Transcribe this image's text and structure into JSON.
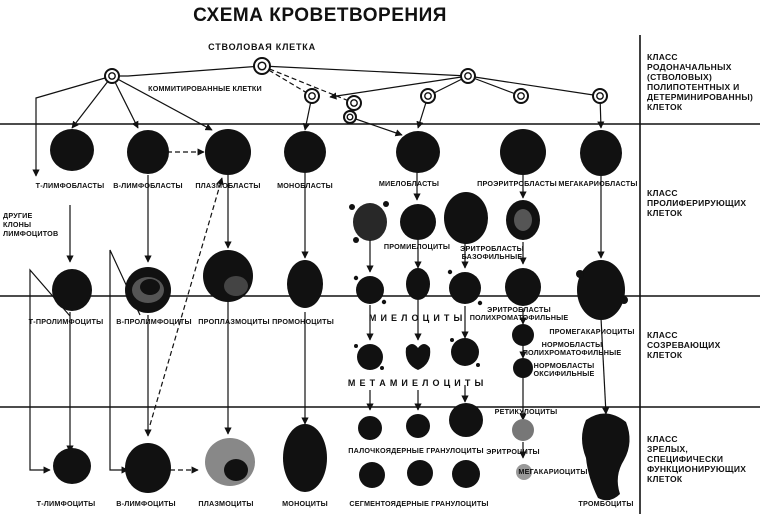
{
  "title": "СХЕМА КРОВЕТВОРЕНИЯ",
  "stem_cell": "СТВОЛОВАЯ КЛЕТКА",
  "committed_cells": "КОММИТИРОВАННЫЕ КЛЕТКИ",
  "other_clones": [
    "ДРУГИЕ",
    "КЛОНЫ",
    "ЛИМФОЦИТОВ"
  ],
  "classes": [
    {
      "id": "stem",
      "lines": [
        "КЛАСС",
        "РОДОНАЧАЛЬНЫХ",
        "(СТВОЛОВЫХ)",
        "ПОЛИПОТЕНТНЫХ И",
        "ДЕТЕРМИНИРОВАННЫ)",
        "КЛЕТОК"
      ]
    },
    {
      "id": "prolif",
      "lines": [
        "КЛАСС",
        "ПРОЛИФЕРИРУЮЩИХ",
        "КЛЕТОК"
      ]
    },
    {
      "id": "mature",
      "lines": [
        "КЛАСС",
        "СОЗРЕВАЮЩИХ",
        "КЛЕТОК"
      ]
    },
    {
      "id": "final",
      "lines": [
        "КЛАСС",
        "ЗРЕЛЫХ,",
        "СПЕЦИФИЧЕСКИ",
        "ФУНКЦИОНИРУЮЩИХ",
        "КЛЕТОК"
      ]
    }
  ],
  "labels": {
    "t_lymphoblasts": "Т-ЛИМФОБЛАСТЫ",
    "b_lymphoblasts": "В-ЛИМФОБЛАСТЫ",
    "plasmoblasts": "ПЛАЗМОБЛАСТЫ",
    "monoblasts": "МОНОБЛАСТЫ",
    "myeloblasts": "МИЕЛОБЛАСТЫ",
    "proerythroblasts": "ПРОЭРИТРОБЛАСТЫ",
    "megakaryoblasts": "МЕГАКАРИОБЛАСТЫ",
    "promyelocytes": "ПРОМИЕЛОЦИТЫ",
    "erythroblasts_basophilic": [
      "ЭРИТРОБЛАСТЫ",
      "БАЗОФИЛЬНЫЕ"
    ],
    "t_prolymphocytes": "Т-ПРОЛИМФОЦИТЫ",
    "b_prolymphocytes": "В-ПРОЛИМФОЦИТЫ",
    "proplasmocytes": "ПРОПЛАЗМОЦИТЫ",
    "promonocytes": "ПРОМОНОЦИТЫ",
    "myelocytes": "М И Е Л О Ц И Т Ы",
    "erythroblasts_polychromatophilic": [
      "ЭРИТРОБЛАСТЫ",
      "ПОЛИХРОМАТОФИЛЬНЫЕ"
    ],
    "promegakaryocytes": "ПРОМЕГАКАРИОЦИТЫ",
    "normoblasts_polychromatophilic": [
      "НОРМОБЛАСТЫ",
      "ПОЛИХРОМАТОФИЛЬНЫЕ"
    ],
    "normoblasts_oxyphilic": [
      "НОРМОБЛАСТЫ",
      "ОКСИФИЛЬНЫЕ"
    ],
    "metamyelocytes": "М Е Т А М И Е Л О Ц И Т Ы",
    "reticulocytes": "РЕТИКУЛОЦИТЫ",
    "band_granulocytes": "ПАЛОЧКОЯДЕРНЫЕ ГРАНУЛОЦИТЫ",
    "erythrocytes": "ЭРИТРОЦИТЫ",
    "megakaryocytes": "МЕГАКАРИОЦИТЫ",
    "t_lymphocytes": "Т-ЛИМФОЦИТЫ",
    "b_lymphocytes": "В-ЛИМФОЦИТЫ",
    "plasmocytes": "ПЛАЗМОЦИТЫ",
    "monocytes": "МОНОЦИТЫ",
    "segmented_granulocytes": "СЕГМЕНТОЯДЕРНЫЕ ГРАНУЛОЦИТЫ",
    "thrombocytes": "ТРОМБОЦИТЫ"
  }
}
